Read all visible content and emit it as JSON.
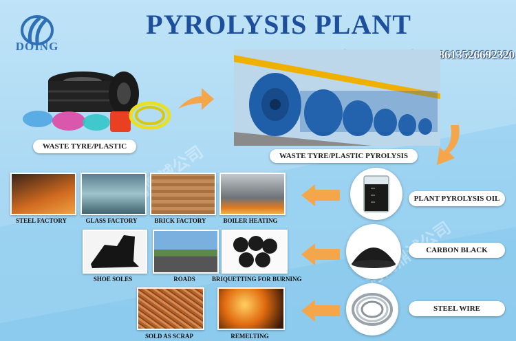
{
  "brand": {
    "name": "DOING",
    "logo_icon": "double-leaf-logo-icon",
    "color": "#2f6fb6"
  },
  "title": "PYROLYSIS PLANT",
  "contact": "whatsapp/WeChat:+8613526692320",
  "stages": {
    "input": "WASTE TYRE/PLASTIC",
    "process": "WASTE TYRE/PLASTIC PYROLYSIS"
  },
  "products": [
    {
      "label": "PLANT PYROLYSIS OIL",
      "icon": "oil-beaker-icon",
      "uses": [
        "STEEL FACTORY",
        "GLASS FACTORY",
        "BRICK FACTORY",
        "BOILER HEATING"
      ]
    },
    {
      "label": "CARBON BLACK",
      "icon": "carbon-black-pile-icon",
      "uses": [
        "SHOE SOLES",
        "ROADS",
        "BRIQUETTING FOR BURNING"
      ]
    },
    {
      "label": "STEEL WIRE",
      "icon": "steel-wire-coil-icon",
      "uses": [
        "SOLD AS SCRAP",
        "REMELTING"
      ]
    }
  ],
  "colors": {
    "title": "#1d4f9c",
    "arrow": "#f5a54a",
    "machine": "#1f5ea8",
    "rail": "#f0b000"
  }
}
